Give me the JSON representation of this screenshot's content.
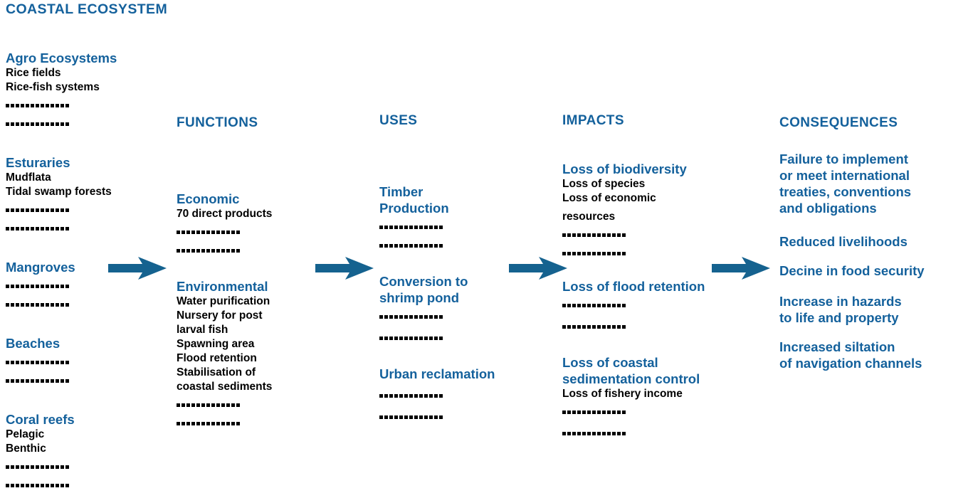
{
  "diagram": {
    "title": "COASTAL ECOSYSTEM",
    "accent_color": "#14619c",
    "text_color": "#000000",
    "background_color": "#ffffff",
    "dotted_placeholder": "..............."
  },
  "headers": {
    "functions": "FUNCTIONS",
    "uses": "USES",
    "impacts": "IMPACTS",
    "consequences": "CONSEQUENCES"
  },
  "ecosystems": {
    "agro": {
      "heading": "Agro Ecosystems",
      "items": [
        "Rice fields",
        "Rice-fish systems"
      ]
    },
    "estuaries": {
      "heading": "Esturaries",
      "items": [
        "Mudflata",
        "Tidal swamp forests"
      ]
    },
    "mangroves": {
      "heading": "Mangroves",
      "items": []
    },
    "beaches": {
      "heading": "Beaches",
      "items": []
    },
    "coral": {
      "heading": "Coral reefs",
      "items": [
        "Pelagic",
        "Benthic"
      ]
    }
  },
  "functions": {
    "economic": {
      "heading": "Economic",
      "items": [
        "70 direct products"
      ]
    },
    "environmental": {
      "heading": "Environmental",
      "items": [
        "Water purification",
        "Nursery for post",
        "larval fish",
        "Spawning area",
        "Flood retention",
        "Stabilisation of",
        "coastal sediments"
      ]
    }
  },
  "uses": {
    "timber": {
      "heading_line1": "Timber",
      "heading_line2": "Production"
    },
    "shrimp": {
      "heading_line1": "Conversion to",
      "heading_line2": "shrimp pond"
    },
    "urban": {
      "heading_line1": "Urban reclamation"
    }
  },
  "impacts": {
    "biodiversity": {
      "heading": "Loss of biodiversity",
      "items": [
        "Loss of species",
        "Loss of economic",
        "resources"
      ]
    },
    "flood": {
      "heading": "Loss of flood retention"
    },
    "sedimentation": {
      "heading_line1": "Loss of coastal",
      "heading_line2": "sedimentation control",
      "items": [
        "Loss of fishery income"
      ]
    }
  },
  "consequences": {
    "treaties": [
      "Failure to implement",
      "or meet international",
      "treaties, conventions",
      "and obligations"
    ],
    "livelihoods": [
      "Reduced livelihoods"
    ],
    "food_security": [
      "Decine in food security"
    ],
    "hazards": [
      "Increase in hazards",
      "to life and property"
    ],
    "siltation": [
      "Increased siltation",
      "of navigation channels"
    ]
  },
  "arrows": [
    {
      "name": "arrow-ecosystems-to-functions"
    },
    {
      "name": "arrow-functions-to-uses"
    },
    {
      "name": "arrow-uses-to-impacts"
    },
    {
      "name": "arrow-impacts-to-consequences"
    }
  ]
}
